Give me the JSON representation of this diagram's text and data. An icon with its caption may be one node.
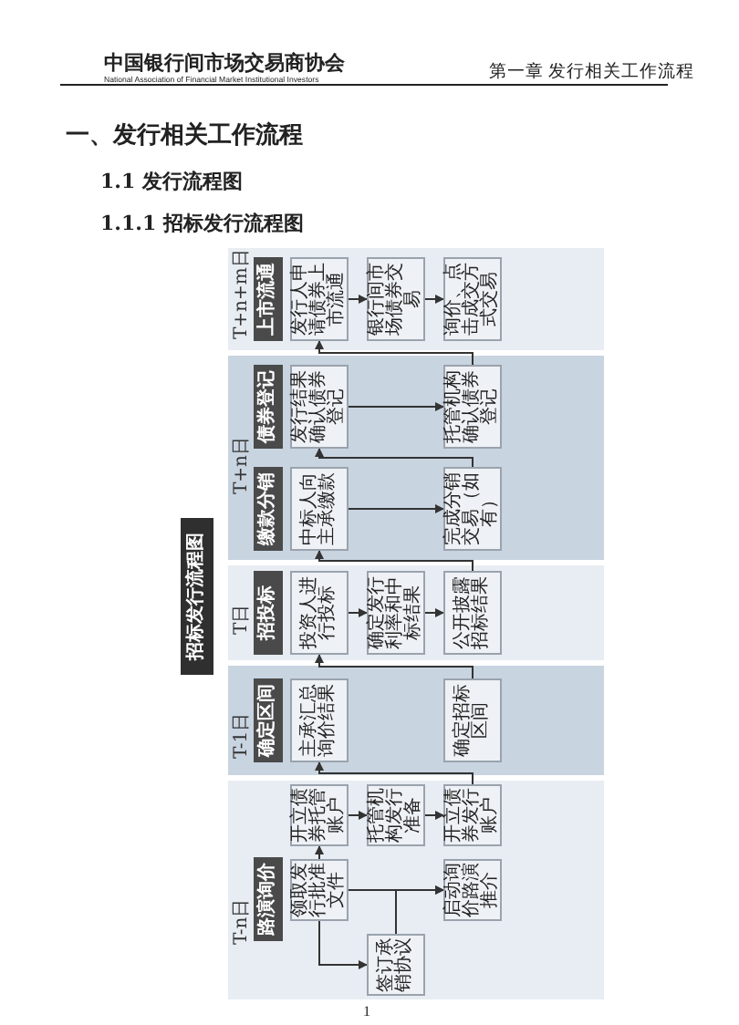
{
  "diagram": {
    "nodes": [
      {
        "text": [
          "招标发行流程图"
        ]
      },
      {
        "text": [
          "T+n+m日"
        ]
      },
      {
        "text": [
          "上市流通"
        ],
        "in": 1
      },
      {
        "text": [
          "发行人申请债券上市流通"
        ],
        "in": 1
      },
      {
        "text": [
          "银行间市场债券交易"
        ],
        "in": 1
      },
      {
        "text": [
          "询价、点击成交方式交易"
        ],
        "in": 1
      },
      {
        "text": [
          "T+n日"
        ]
      },
      {
        "text": [
          "债券登记"
        ],
        "in": 6
      },
      {
        "text": [
          "发行结果确认债券登记"
        ],
        "in": 6
      },
      {
        "text": [
          "托管机构确认债券登记"
        ],
        "in": 6
      },
      {
        "text": [
          "缴款分销"
        ],
        "in": 6
      },
      {
        "text": [
          "中标人向主承缴款"
        ],
        "in": 6
      },
      {
        "text": [
          "完成分销交易（如有）"
        ],
        "in": 6
      },
      {
        "text": [
          "T日"
        ]
      },
      {
        "text": [
          "招投标"
        ],
        "in": 13
      },
      {
        "text": [
          "投资人进行投标"
        ],
        "in": 13
      },
      {
        "text": [
          "确定发行利率和中标结果"
        ],
        "in": 13
      },
      {
        "text": [
          "公开披露招标结果"
        ],
        "in": 13
      },
      {
        "text": [
          "T-1日"
        ]
      },
      {
        "text": [
          "确定区间"
        ],
        "in": 18
      },
      {
        "text": [
          "主承汇总询价结果"
        ],
        "in": 18
      },
      {
        "text": [
          "确定招标区间"
        ],
        "in": 18
      },
      {
        "text": [
          "T-n日"
        ]
      },
      {
        "text": [
          "路演询价"
        ],
        "in": 22
      },
      {
        "text": [
          "开立债券托管账户"
        ],
        "in": 22
      },
      {
        "text": [
          "托管机构发行准备"
        ],
        "in": 22
      },
      {
        "text": [
          "开立债券发行账户"
        ],
        "in": 22
      },
      {
        "text": [
          "领取发行批准文件"
        ],
        "in": 22
      },
      {
        "text": [
          "启动询价路演推介"
        ],
        "in": 22
      },
      {
        "text": [
          "签订承销协议"
        ],
        "in": 22
      }
    ],
    "edges": [
      {
        "from": 3,
        "to": 4,
        "arrow": "to"
      },
      {
        "from": 4,
        "to": 5,
        "arrow": "to"
      },
      {
        "from": 8,
        "to": 9,
        "arrow": "to"
      },
      {
        "from": 9,
        "to": 3,
        "arrow": "to"
      },
      {
        "from": 11,
        "to": 12,
        "arrow": "to"
      },
      {
        "from": 12,
        "to": 8,
        "arrow": "to"
      },
      {
        "from": 15,
        "to": 16,
        "arrow": "to"
      },
      {
        "from": 16,
        "to": 17,
        "arrow": "to"
      },
      {
        "from": 17,
        "to": 11,
        "arrow": "to"
      },
      {
        "from": 21,
        "to": 15,
        "arrow": "to"
      },
      {
        "from": 26,
        "to": 20,
        "arrow": "to"
      },
      {
        "from": 24,
        "to": 25,
        "arrow": "to"
      },
      {
        "from": 25,
        "to": 26,
        "arrow": "to"
      },
      {
        "from": 27,
        "to": 24,
        "arrow": "to"
      },
      {
        "from": 27,
        "to": 28,
        "arrow": "to"
      },
      {
        "from": 27,
        "to": 29,
        "arrow": "to"
      },
      {
        "from": 29,
        "to": 28,
        "arrow": "to"
      }
    ],
    "labels": [
      "中国银行间市场交易商协会",
      "National Association of Financial Market Institutional Investors",
      "第一章 发行相关工作流程",
      "一、发行相关工作流程",
      "1.1 发行流程图",
      "1.1.1 招标发行流程图",
      "1"
    ]
  }
}
